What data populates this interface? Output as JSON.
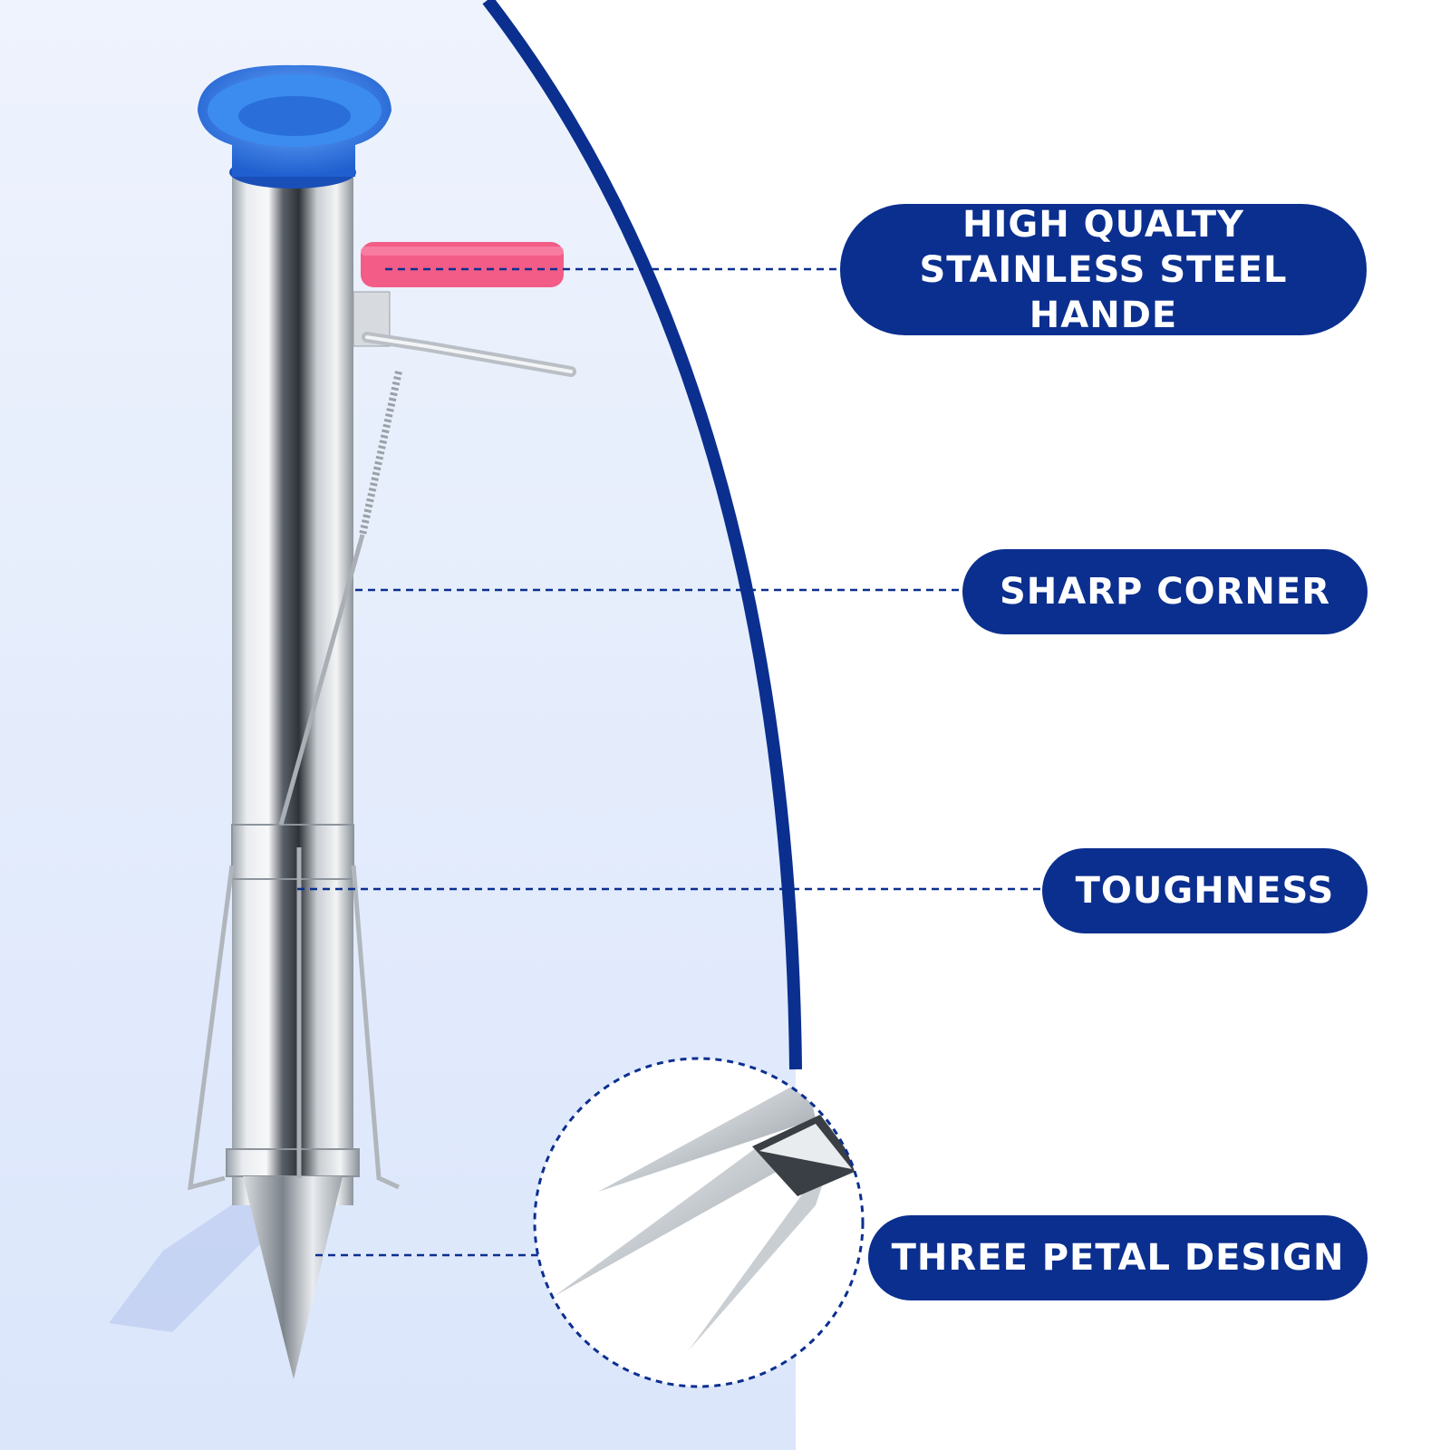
{
  "image": {
    "subject": "stainless steel seed planter"
  },
  "callouts": [
    {
      "text": "HIGH QUALTY\nSTAINLESS STEEL HANDE"
    },
    {
      "text": "SHARP CORNER"
    },
    {
      "text": "TOUGHNESS"
    },
    {
      "text": "THREE PETAL DESIGN"
    }
  ],
  "colors": {
    "accent_navy": "#0b2f8f",
    "background_blue": "#e6eefc",
    "funnel_blue": "#2f7de8",
    "grip_pink": "#f25c86"
  }
}
